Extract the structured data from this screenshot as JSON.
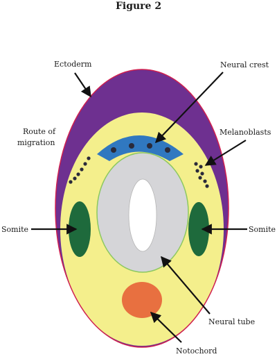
{
  "figure": {
    "title": "Figure 2",
    "labels": {
      "ectoderm": "Ectoderm",
      "neural_crest": "Neural crest",
      "route_line1": "Route of",
      "route_line2": "migration",
      "melanoblasts": "Melanoblasts",
      "somite_left": "Somite",
      "somite_right": "Somite",
      "neural_tube": "Neural tube",
      "notochord": "Notochord"
    },
    "colors": {
      "ectoderm": "#6e3090",
      "outline": "#d02050",
      "neural_crest": "#3078c0",
      "mesoderm": "#f4ef8c",
      "neural_tube": "#d5d5d8",
      "tube_outline": "#8cc860",
      "somite": "#1e6a3c",
      "notochord": "#e87040",
      "dots": "#2a2a3a",
      "arrows": "#111111"
    }
  }
}
